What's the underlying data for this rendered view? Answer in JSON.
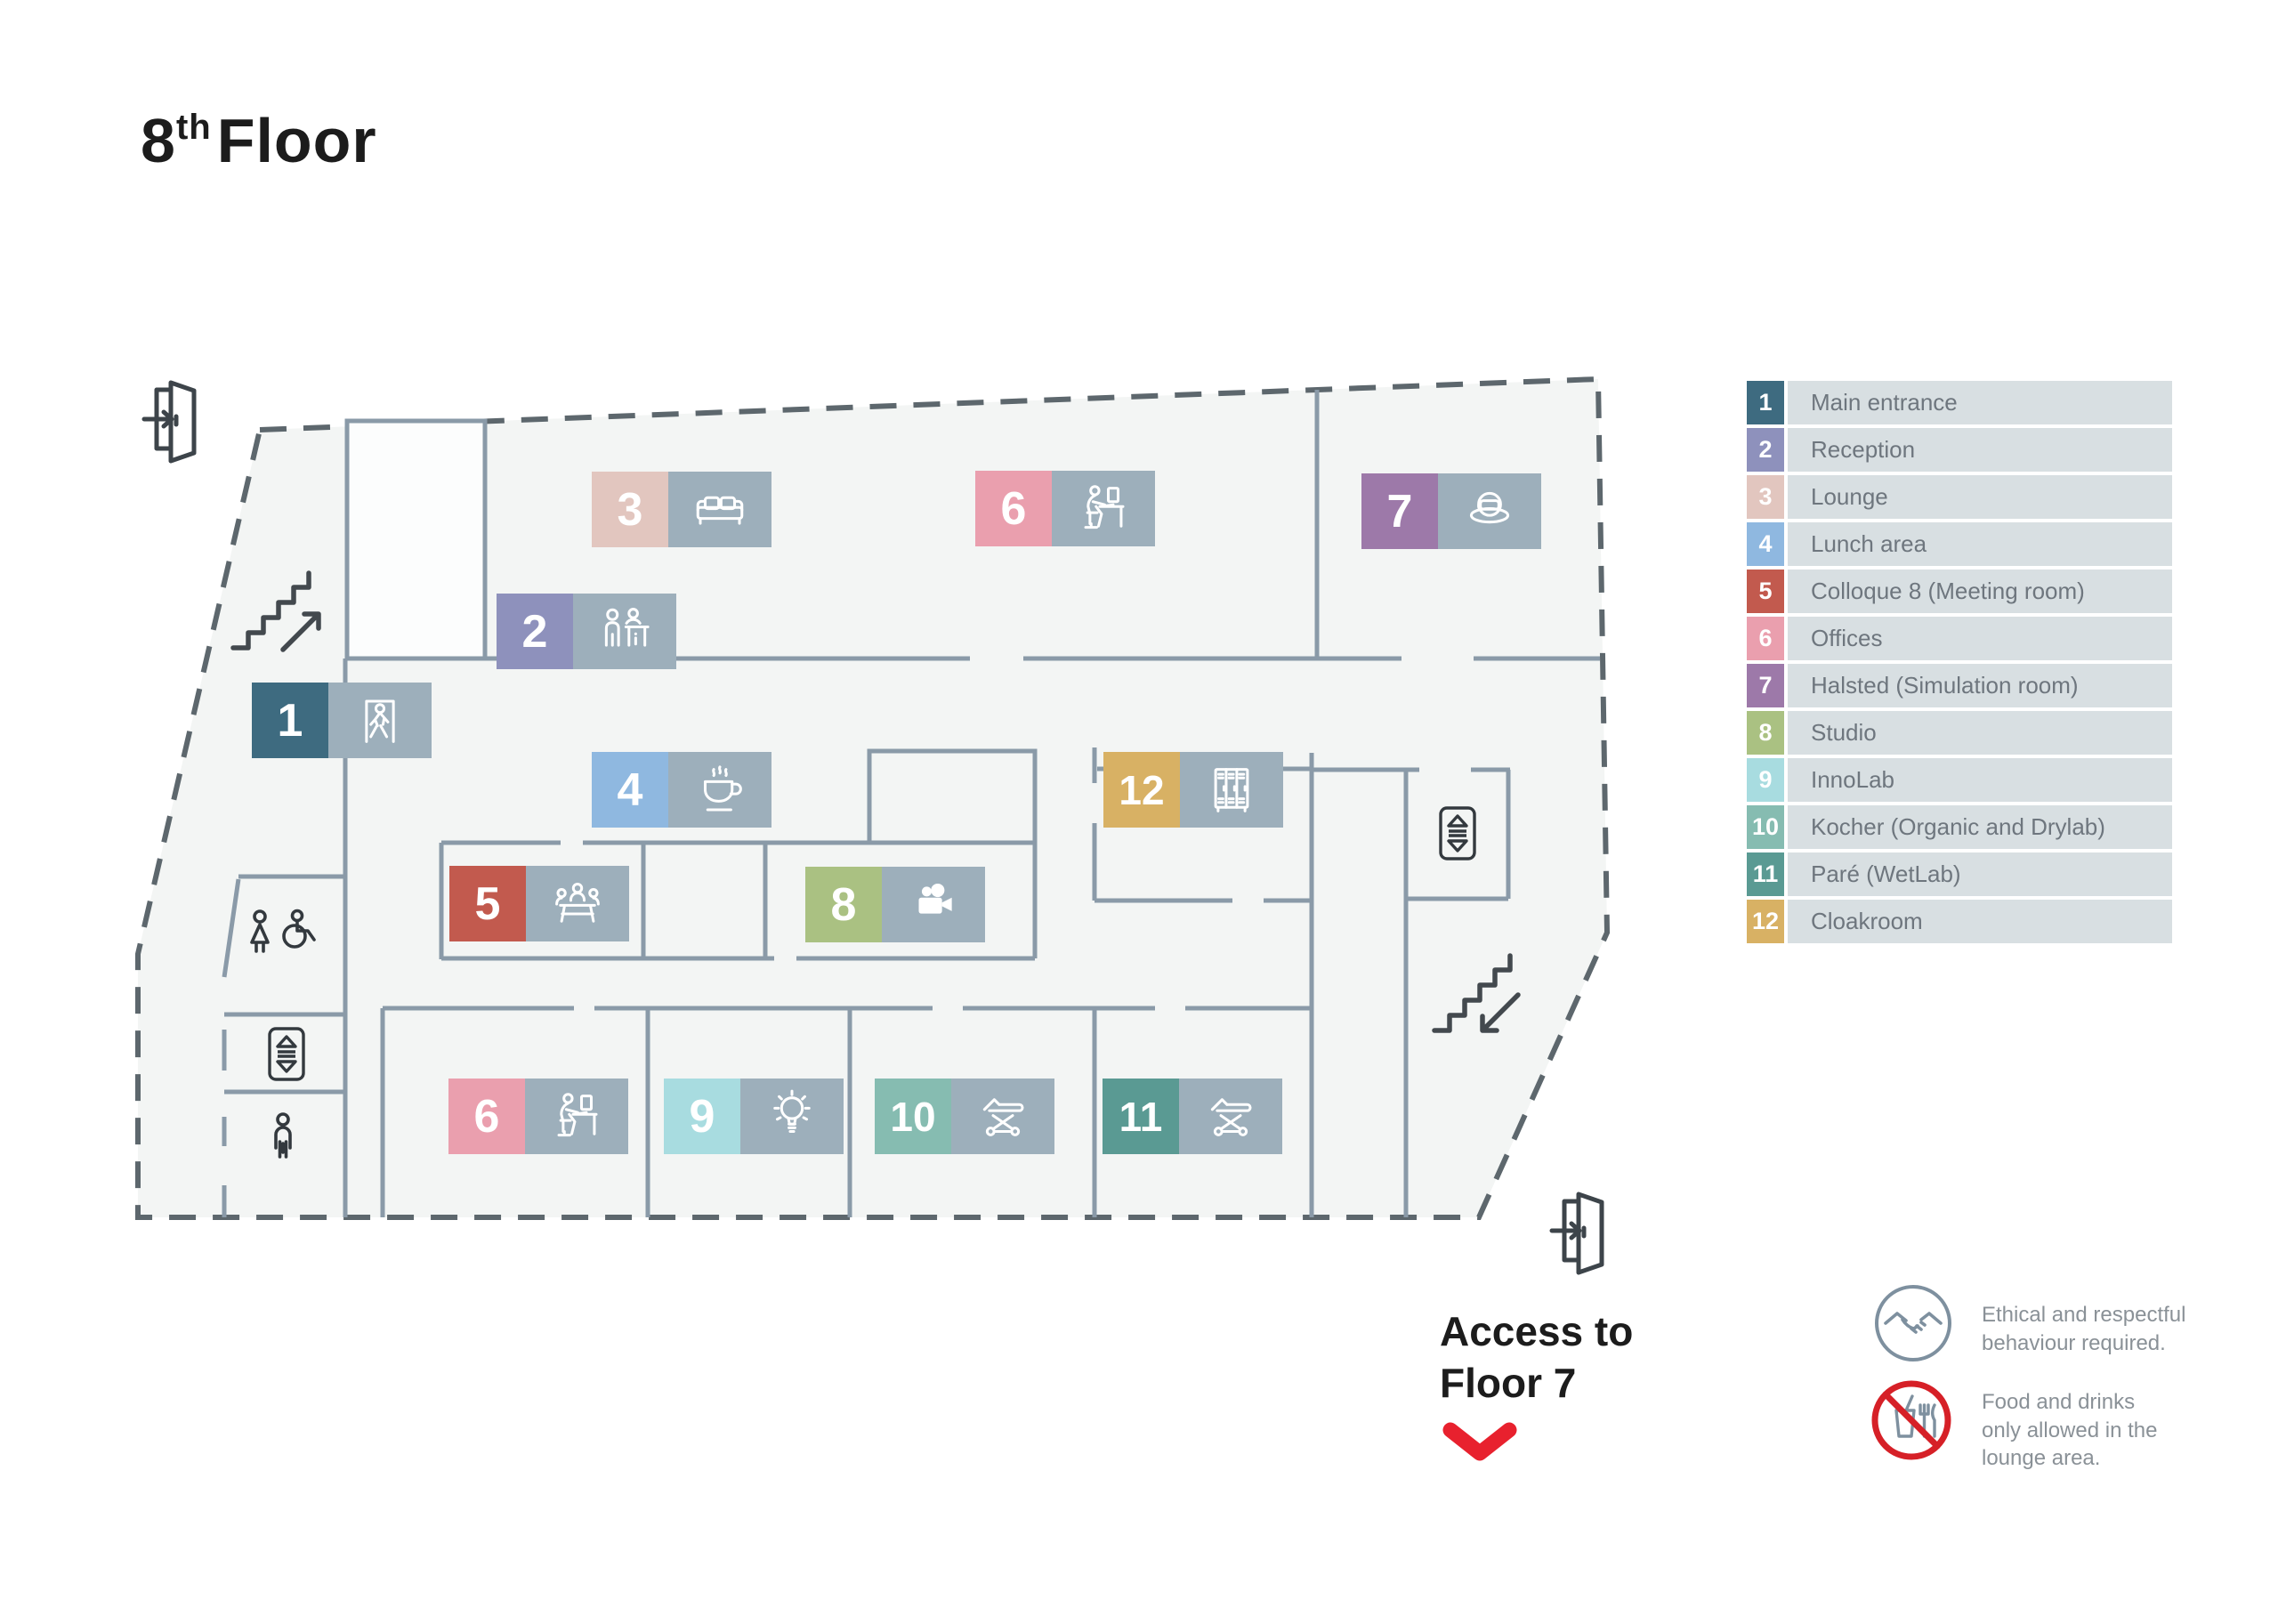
{
  "page": {
    "title_number": "8",
    "title_sup": "th",
    "title_rest": "Floor"
  },
  "legend": {
    "rows": [
      {
        "num": "1",
        "label": "Main entrance",
        "color": "#3e6b80"
      },
      {
        "num": "2",
        "label": "Reception",
        "color": "#8e91bc"
      },
      {
        "num": "3",
        "label": "Lounge",
        "color": "#e2c6bf"
      },
      {
        "num": "4",
        "label": "Lunch area",
        "color": "#8fb8e0"
      },
      {
        "num": "5",
        "label": "Colloque 8 (Meeting room)",
        "color": "#c25a4e"
      },
      {
        "num": "6",
        "label": "Offices",
        "color": "#ea9fae"
      },
      {
        "num": "7",
        "label": "Halsted (Simulation room)",
        "color": "#9d79a9"
      },
      {
        "num": "8",
        "label": "Studio",
        "color": "#aac182"
      },
      {
        "num": "9",
        "label": "InnoLab",
        "color": "#a8dce0"
      },
      {
        "num": "10",
        "label": "Kocher (Organic and Drylab)",
        "color": "#86bcb1"
      },
      {
        "num": "11",
        "label": "Paré (WetLab)",
        "color": "#5a9a93"
      },
      {
        "num": "12",
        "label": "Cloakroom",
        "color": "#d8b164"
      }
    ]
  },
  "plan": {
    "markers": [
      {
        "id": "m1",
        "num": "1",
        "icon": "walk-through-door-icon",
        "color": "#3e6b80"
      },
      {
        "id": "m2",
        "num": "2",
        "icon": "reception-desk-icon",
        "color": "#8e91bc"
      },
      {
        "id": "m3",
        "num": "3",
        "icon": "sofa-icon",
        "color": "#e2c6bf"
      },
      {
        "id": "m4",
        "num": "4",
        "icon": "coffee-cup-icon",
        "color": "#8fb8e0"
      },
      {
        "id": "m5",
        "num": "5",
        "icon": "meeting-table-icon",
        "color": "#c25a4e"
      },
      {
        "id": "m6a",
        "num": "6",
        "icon": "desk-workstation-icon",
        "color": "#ea9fae"
      },
      {
        "id": "m7",
        "num": "7",
        "icon": "vr-headset-icon",
        "color": "#9d79a9"
      },
      {
        "id": "m8",
        "num": "8",
        "icon": "video-camera-icon",
        "color": "#aac182"
      },
      {
        "id": "m6b",
        "num": "6",
        "icon": "desk-workstation-icon",
        "color": "#ea9fae"
      },
      {
        "id": "m9",
        "num": "9",
        "icon": "lightbulb-icon",
        "color": "#a8dce0"
      },
      {
        "id": "m10",
        "num": "10",
        "icon": "stretcher-icon",
        "color": "#86bcb1"
      },
      {
        "id": "m11",
        "num": "11",
        "icon": "stretcher-icon",
        "color": "#5a9a93"
      },
      {
        "id": "m12",
        "num": "12",
        "icon": "lockers-icon",
        "color": "#d8b164"
      }
    ],
    "fixtures": [
      "entrance-door-icon",
      "stairs-up-icon",
      "accessible-womens-toilet-icon",
      "elevator-icon",
      "mens-toilet-icon",
      "elevator-icon",
      "stairs-down-icon",
      "exit-door-icon"
    ]
  },
  "access": {
    "line1": "Access to",
    "line2": "Floor 7",
    "arrow_color": "#e8212e"
  },
  "notices": [
    {
      "icon": "handshake-icon",
      "text": "Ethical and respectful\nbehaviour required."
    },
    {
      "icon": "no-food-drinks-icon",
      "text": "Food and drinks\nonly allowed in the\nlounge area."
    }
  ]
}
